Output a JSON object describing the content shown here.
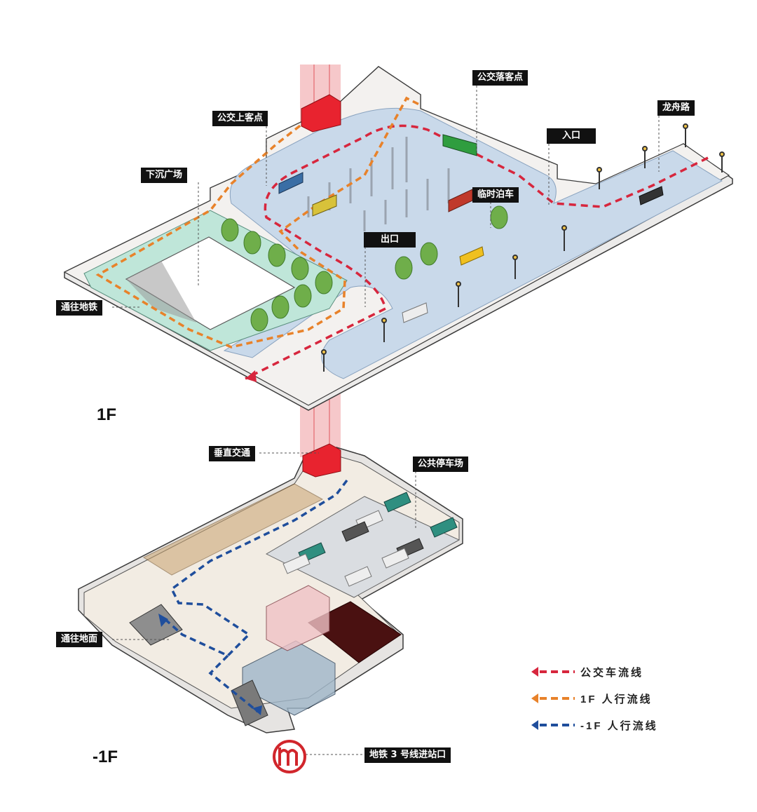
{
  "floors": {
    "upper": "1F",
    "lower": "-1F"
  },
  "callouts": {
    "bus_pickup": "公交上客点",
    "bus_dropoff": "公交落客点",
    "longzhou_road": "龙舟路",
    "entrance": "入口",
    "sunken_plaza": "下沉广场",
    "temporary_parking": "临时泊车",
    "exit": "出口",
    "to_metro": "通往地铁",
    "vertical_transport": "垂直交通",
    "public_parking": "公共停车场",
    "to_ground": "通往地面",
    "metro_line3_entrance": "地铁 3 号线进站口"
  },
  "legend": [
    {
      "label": "公交车流线",
      "color": "#d7263d"
    },
    {
      "label": "1F 人行流线",
      "color": "#e8822a"
    },
    {
      "label": "-1F 人行流线",
      "color": "#1f4e9c"
    }
  ],
  "colors": {
    "bus_flow": "#d7263d",
    "pedestrian_1f": "#e8822a",
    "pedestrian_b1": "#1f4e9c",
    "road": "#c9d9ea",
    "plaza_green": "#bfe6d9",
    "core_red": "#e8232f",
    "metro_logo": "#d1262c"
  },
  "icons": [
    "metro-logo-icon",
    "tree-icon",
    "street-lamp-icon",
    "bus-icon",
    "car-icon"
  ]
}
